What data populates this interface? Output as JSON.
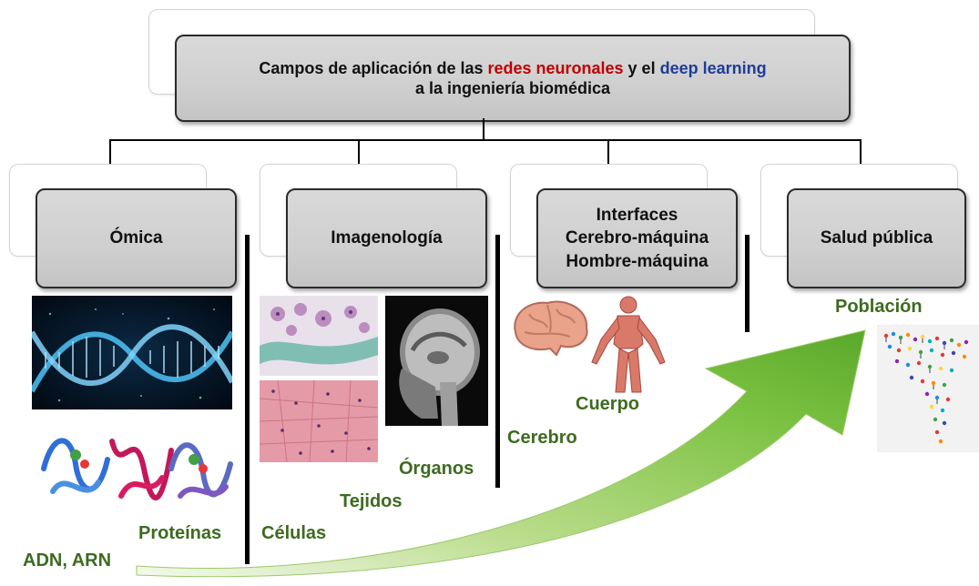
{
  "title": {
    "pre": "Campos de aplicación de las ",
    "red": "redes neuronales",
    "mid": " y el ",
    "blue": "deep learning",
    "line2": "a la ingeniería biomédica"
  },
  "categories": {
    "omica": "Ómica",
    "imagenologia": "Imagenología",
    "interfaces": [
      "Interfaces",
      "Cerebro-máquina",
      "Hombre-máquina"
    ],
    "salud": "Salud pública"
  },
  "scale_labels": {
    "adn": "ADN, ARN",
    "proteinas": "Proteínas",
    "celulas": "Células",
    "tejidos": "Tejidos",
    "organos": "Órganos",
    "cerebro": "Cerebro",
    "cuerpo": "Cuerpo",
    "poblacion": "Población"
  },
  "colors": {
    "label_green": "#3d6b1f",
    "arrow_green": "#7cc242",
    "title_red": "#c00000",
    "title_blue": "#1f3d99"
  }
}
